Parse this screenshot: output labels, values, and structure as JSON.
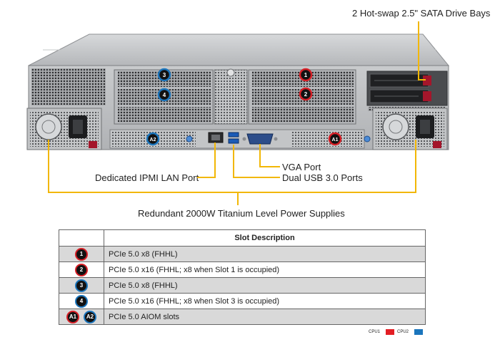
{
  "callouts": {
    "drive_bays": "2 Hot-swap 2.5\" SATA Drive Bays",
    "ipmi": "Dedicated IPMI  LAN Port",
    "vga": "VGA Port",
    "usb": "Dual USB 3.0 Ports",
    "power": "Redundant  2000W Titanium  Level Power Supplies"
  },
  "chassis_badges": {
    "slot3": "3",
    "slot4": "4",
    "slot1": "1",
    "slot2": "2",
    "a2": "A2",
    "a1": "A1"
  },
  "table": {
    "header": "Slot Description",
    "rows": [
      {
        "badges": [
          {
            "label": "1",
            "cpu": "CPU1"
          }
        ],
        "desc": "PCIe 5.0 x8 (FHHL)"
      },
      {
        "badges": [
          {
            "label": "2",
            "cpu": "CPU1"
          }
        ],
        "desc": "PCIe 5.0 x16 (FHHL;  x8 when  Slot 1 is occupied)"
      },
      {
        "badges": [
          {
            "label": "3",
            "cpu": "CPU2"
          }
        ],
        "desc": "PCIe 5.0 x8 (FHHL)"
      },
      {
        "badges": [
          {
            "label": "4",
            "cpu": "CPU2"
          }
        ],
        "desc": "PCIe 5.0 x16 (FHHL;  x8 when  Slot 3 is occupied)"
      },
      {
        "badges": [
          {
            "label": "A1",
            "cpu": "CPU1"
          },
          {
            "label": "A2",
            "cpu": "CPU2"
          }
        ],
        "desc": "PCIe 5.0 AIOM slots"
      }
    ]
  },
  "legend": {
    "cpu1_label": "CPU1",
    "cpu1_color": "#e31e24",
    "cpu2_label": "CPU2",
    "cpu2_color": "#1b75bc"
  },
  "colors": {
    "leader_line": "#f2b705",
    "badge_fill": "#111111"
  }
}
